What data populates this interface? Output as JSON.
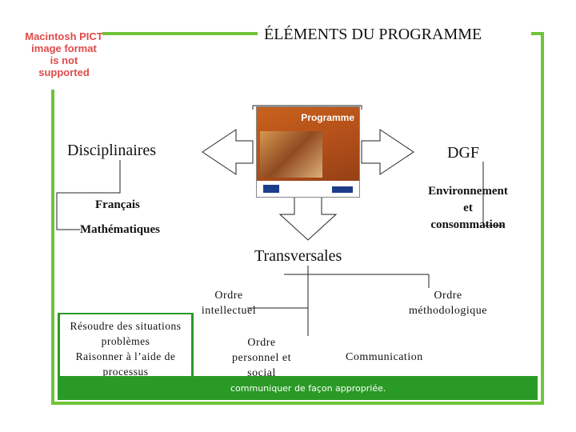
{
  "header": {
    "title": "ÉLÉMENTS DU PROGRAMME",
    "pict_note": [
      "Macintosh PICT",
      "image format",
      "is not supported"
    ]
  },
  "cover": {
    "title": "Programme"
  },
  "diagram": {
    "left_branch": "Disciplinaires",
    "right_branch": "DGF",
    "bottom_branch": "Transversales",
    "disciplines": [
      "Français",
      "Mathématiques"
    ],
    "dgf_item": [
      "Environnement",
      "et",
      "consommation"
    ],
    "orders": {
      "intellectual": [
        "Ordre",
        "intellectuel"
      ],
      "methodological": [
        "Ordre",
        "méthodologique"
      ],
      "personal": [
        "Ordre",
        "personnel et",
        "social"
      ],
      "communication": "Communication"
    },
    "intellectual_examples": [
      "Résoudre des situations",
      "problèmes",
      "Raisonner à l’aide de",
      "processus"
    ],
    "band_text": "communiquer de façon appropriée."
  },
  "colors": {
    "accent_green": "#2a9a26",
    "frame_green": "#6fc43a",
    "pict_red": "#e14a4a"
  }
}
